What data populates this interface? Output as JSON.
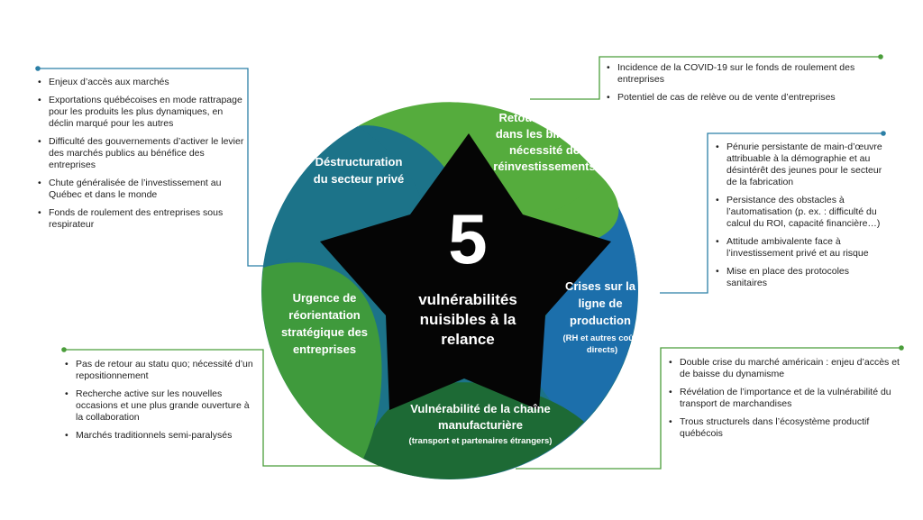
{
  "center": {
    "number": "5",
    "lines": [
      "vulnérabilités",
      "nuisibles à la",
      "relance"
    ]
  },
  "segments": [
    {
      "id": "destructuration",
      "lines": [
        "Déstructuration",
        "du secteur privé"
      ],
      "sub": []
    },
    {
      "id": "retour",
      "lines": [
        "Retour du rouge",
        "dans les bilans et",
        "nécessité de",
        "réinvestissements"
      ],
      "sub": []
    },
    {
      "id": "crises",
      "lines": [
        "Crises sur la",
        "ligne de",
        "production"
      ],
      "sub": [
        "(RH et autres coûts",
        "directs)"
      ]
    },
    {
      "id": "chaine",
      "lines": [
        "Vulnérabilité de la chaîne",
        "manufacturière"
      ],
      "sub": [
        "(transport et partenaires étrangers)"
      ]
    },
    {
      "id": "urgence",
      "lines": [
        "Urgence de",
        "réorientation",
        "stratégique des",
        "entreprises"
      ],
      "sub": []
    }
  ],
  "notes": {
    "top_left": [
      "Enjeux d’accès aux marchés",
      "Exportations québécoises en mode rattrapage pour les produits les plus dynamiques, en déclin marqué pour les autres",
      "Difficulté des gouvernements d’activer le levier des marchés publics au bénéfice des entreprises",
      "Chute généralisée de l’investissement au Québec et dans le monde",
      "Fonds de roulement des entreprises sous respirateur"
    ],
    "top_right": [
      "Incidence de la COVID-19 sur le fonds de roulement des entreprises",
      "Potentiel de cas de relève ou de vente d’entreprises"
    ],
    "right": [
      "Pénurie persistante de main-d’œuvre attribuable à la démographie et au désintérêt des jeunes pour le secteur de la fabrication",
      "Persistance des obstacles à l’automatisation (p. ex. : difficulté du calcul du ROI, capacité financière…)",
      "Attitude ambivalente face à l’investissement privé et au risque",
      "Mise en place des protocoles sanitaires"
    ],
    "bottom_left": [
      "Pas de retour au statu quo; nécessité d’un repositionnement",
      "Recherche active sur les nouvelles occasions et une plus grande ouverture à la collaboration",
      "Marchés traditionnels semi-paralysés"
    ],
    "bottom_right": [
      "Double crise du marché américain : enjeu d’accès et de baisse du dynamisme",
      "Révélation de l’importance et de la vulnérabilité du transport de marchandises",
      "Trous structurels dans l’écosystème productif québécois"
    ]
  },
  "colors": {
    "teal_blue": "#1c7389",
    "light_green": "#55ac3d",
    "blue": "#1c6fab",
    "dark_green": "#1d6a35",
    "green": "#3f9a3c",
    "star": "#050505",
    "connector_blue": "#2b7fa6",
    "connector_green": "#4a9d3a"
  }
}
